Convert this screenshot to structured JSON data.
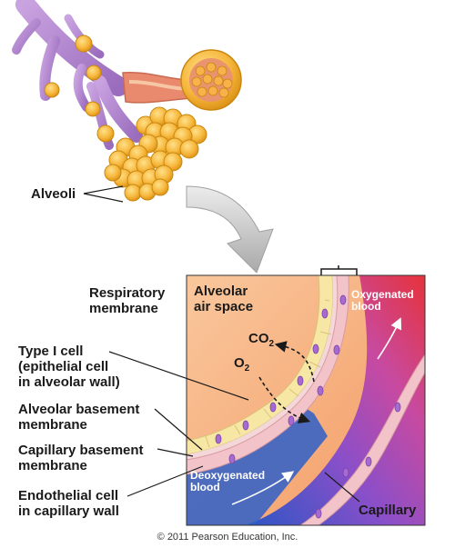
{
  "labels": {
    "alveoli": "Alveoli",
    "respiratory_membrane": "Respiratory\nmembrane",
    "type1_cell": "Type I cell\n(epithelial cell\nin alveolar wall)",
    "alveolar_basement": "Alveolar basement\nmembrane",
    "capillary_basement": "Capillary  basement\nmembrane",
    "endothelial_cell": "Endothelial cell\nin capillary wall",
    "alveolar_air_space": "Alveolar\nair space",
    "co2": "CO",
    "co2_sub": "2",
    "o2": "O",
    "o2_sub": "2",
    "oxygenated_blood": "Oxygenated\nblood",
    "deoxygenated_blood": "Deoxygenated\nblood",
    "capillary": "Capillary"
  },
  "credit": "© 2011 Pearson Education, Inc.",
  "colors": {
    "bronchiole": "#b58ad0",
    "alveolus": "#f6b73c",
    "air_space": "#f7a76a",
    "oxygenated": "#e53a35",
    "deoxygenated": "#2f5fc8",
    "membrane": "#f2c3c8",
    "epithelium": "#f7e7a5",
    "arrow_gray": "#b9b9b9"
  }
}
